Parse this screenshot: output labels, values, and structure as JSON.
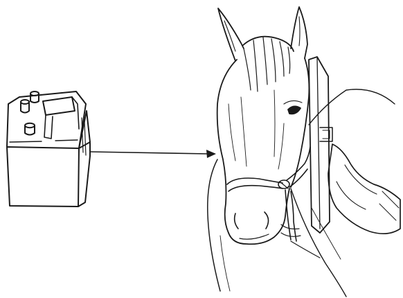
{
  "palette": {
    "background": "#ffffff",
    "ink": "#1a1a1a"
  },
  "diagram": {
    "labels": [],
    "elements": [
      {
        "name": "battery-icon"
      },
      {
        "name": "connection-arrow"
      },
      {
        "name": "horse-head"
      },
      {
        "name": "halter"
      },
      {
        "name": "board-on-neck"
      },
      {
        "name": "gloved-arm"
      }
    ]
  }
}
